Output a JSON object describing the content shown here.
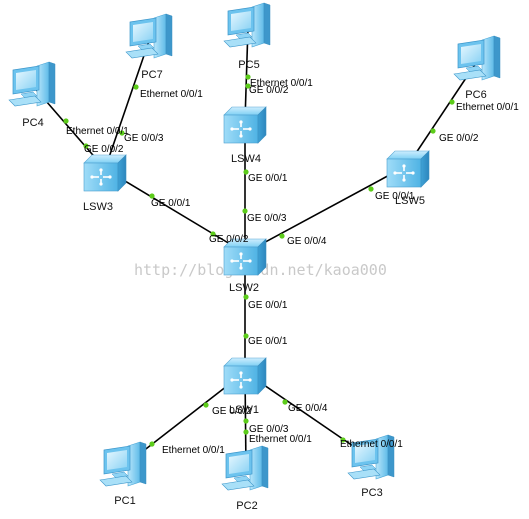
{
  "watermark": "http://blog.csdn.net/kaoa000",
  "nodes": [
    {
      "id": "PC7",
      "type": "pc",
      "label": "PC7"
    },
    {
      "id": "PC4",
      "type": "pc",
      "label": "PC4"
    },
    {
      "id": "PC5",
      "type": "pc",
      "label": "PC5"
    },
    {
      "id": "PC6",
      "type": "pc",
      "label": "PC6"
    },
    {
      "id": "LSW3",
      "type": "switch",
      "label": "LSW3"
    },
    {
      "id": "LSW4",
      "type": "switch",
      "label": "LSW4"
    },
    {
      "id": "LSW5",
      "type": "switch",
      "label": "LSW5"
    },
    {
      "id": "LSW2",
      "type": "switch",
      "label": "LSW2"
    },
    {
      "id": "LSW1",
      "type": "switch",
      "label": "LSW1"
    },
    {
      "id": "PC1",
      "type": "pc",
      "label": "PC1"
    },
    {
      "id": "PC2",
      "type": "pc",
      "label": "PC2"
    },
    {
      "id": "PC3",
      "type": "pc",
      "label": "PC3"
    }
  ],
  "links": [
    {
      "a": "PC7",
      "b": "LSW3",
      "a_port": "Ethernet 0/0/1",
      "b_port": "GE 0/0/3"
    },
    {
      "a": "PC4",
      "b": "LSW3",
      "a_port": "Ethernet 0/0/1",
      "b_port": "GE 0/0/2"
    },
    {
      "a": "LSW3",
      "b": "LSW2",
      "a_port": "GE 0/0/1",
      "b_port": "GE 0/0/2"
    },
    {
      "a": "PC5",
      "b": "LSW4",
      "a_port": "Ethernet 0/0/1",
      "b_port": "GE 0/0/2"
    },
    {
      "a": "LSW4",
      "b": "LSW2",
      "a_port": "GE 0/0/1",
      "b_port": "GE 0/0/3"
    },
    {
      "a": "PC6",
      "b": "LSW5",
      "a_port": "Ethernet 0/0/1",
      "b_port": "GE 0/0/2"
    },
    {
      "a": "LSW5",
      "b": "LSW2",
      "a_port": "GE 0/0/1",
      "b_port": "GE 0/0/4"
    },
    {
      "a": "LSW2",
      "b": "LSW1",
      "a_port": "GE 0/0/1",
      "b_port": "GE 0/0/1"
    },
    {
      "a": "LSW1",
      "b": "PC1",
      "a_port": "GE 0/0/2",
      "b_port": "Ethernet 0/0/1"
    },
    {
      "a": "LSW1",
      "b": "PC2",
      "a_port": "GE 0/0/3",
      "b_port": "Ethernet 0/0/1"
    },
    {
      "a": "LSW1",
      "b": "PC3",
      "a_port": "GE 0/0/4",
      "b_port": "Ethernet 0/0/1"
    }
  ]
}
